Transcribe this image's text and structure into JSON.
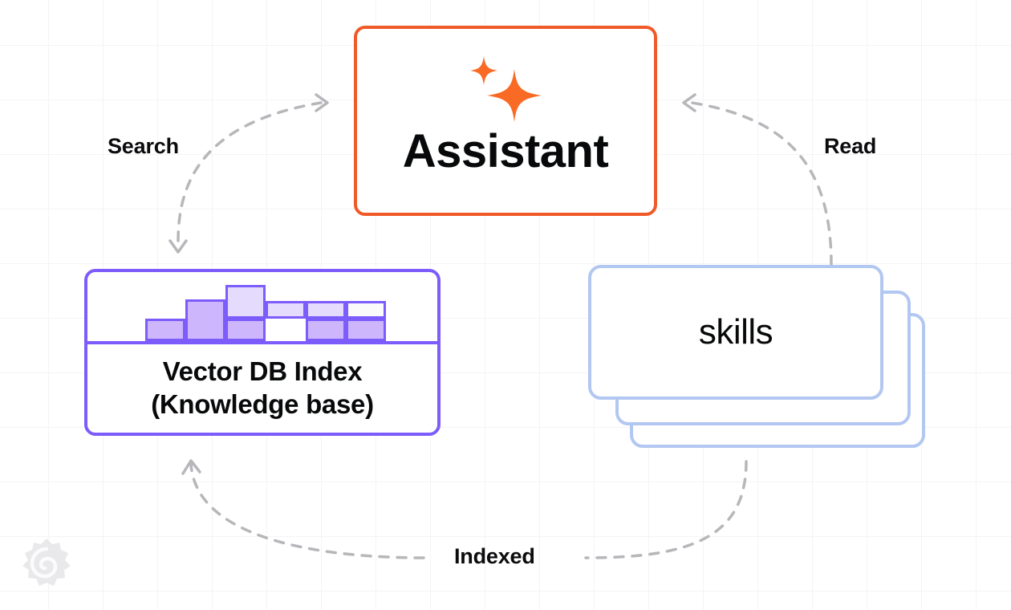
{
  "diagram": {
    "title": "Assistant knowledge retrieval flow",
    "background": {
      "color": "#ffffff",
      "grid_color": "#f4f4f5",
      "grid_size": 68
    },
    "nodes": {
      "assistant": {
        "label": "Assistant",
        "icon": "sparkles-icon",
        "border_color": "#ef5a28",
        "icon_color": "#f96a24"
      },
      "vector_db": {
        "line1": "Vector DB Index",
        "line2": "(Knowledge base)",
        "border_color": "#7c5cfa",
        "bar_fill_solid": "#cdb6fb",
        "bar_fill_light": "#e5dcfd",
        "bar_fill_empty": "#fafafa"
      },
      "skills": {
        "label": "skills",
        "border_color": "#b2c7f1",
        "card_count": 3
      }
    },
    "edges": [
      {
        "label": "Search",
        "from": "assistant",
        "to": "vector_db",
        "style": "dashed",
        "color": "#b4b4b8"
      },
      {
        "label": "Read",
        "from": "skills",
        "to": "assistant",
        "style": "dashed",
        "color": "#b4b4b8"
      },
      {
        "label": "Indexed",
        "from": "skills",
        "to": "vector_db",
        "style": "dashed",
        "color": "#b4b4b8"
      }
    ],
    "watermark": {
      "name": "grafana-logo",
      "color": "#e9e9ec"
    }
  },
  "chart_data": {
    "type": "bar",
    "title": "Vector DB Index histogram",
    "xlabel": "",
    "ylabel": "",
    "grid": false,
    "legend": null,
    "categories": [
      "b1",
      "b2",
      "b3",
      "b4",
      "b5",
      "b6"
    ],
    "values": [
      1,
      2,
      1,
      3,
      2,
      1
    ],
    "bars": [
      {
        "id": "b1",
        "x": 72,
        "width": 50,
        "height": 28,
        "fill": "#cdb6fb"
      },
      {
        "id": "b2",
        "x": 122,
        "width": 50,
        "height": 52,
        "fill": "#cdb6fb"
      },
      {
        "id": "b3",
        "x": 172,
        "width": 50,
        "height": 28,
        "fill": "#cdb6fb"
      },
      {
        "id": "b4",
        "x": 222,
        "width": 50,
        "height": 28,
        "fill": "#ffffff"
      },
      {
        "id": "b5",
        "x": 272,
        "width": 50,
        "height": 28,
        "fill": "#cdb6fb"
      },
      {
        "id": "b6",
        "x": 322,
        "width": 50,
        "height": 28,
        "fill": "#fafafa"
      },
      {
        "id": "b7",
        "x": 422,
        "width": 50,
        "height": 28,
        "fill": "#fafafa"
      }
    ],
    "upper_bars": [
      {
        "id": "u1",
        "x": 172,
        "width": 50,
        "height": 42,
        "fill": "#e5dcfd"
      },
      {
        "id": "u2",
        "x": 222,
        "width": 50,
        "height": 20,
        "fill": "#e5dcfd"
      },
      {
        "id": "u3",
        "x": 272,
        "width": 50,
        "height": 20,
        "fill": "#e5dcfd"
      },
      {
        "id": "u4",
        "x": 322,
        "width": 50,
        "height": 20,
        "fill": "#fafafa"
      }
    ],
    "ylim": [
      0,
      70
    ]
  }
}
